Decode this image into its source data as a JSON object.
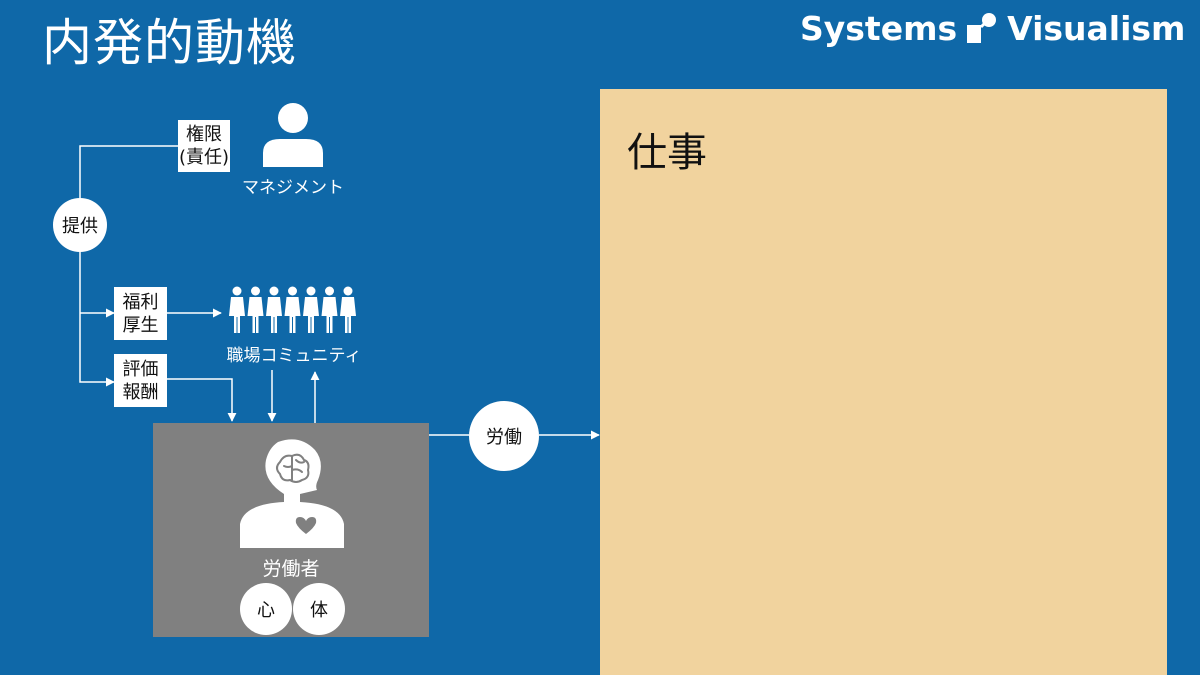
{
  "page": {
    "title": "内発的動機"
  },
  "brand": {
    "left": "Systems",
    "right": "Visualism",
    "mark_icon": "systems-visualism-logo"
  },
  "management": {
    "label": "マネジメント",
    "icon": "person-icon"
  },
  "authority": {
    "line1": "権限",
    "line2": "(責任)"
  },
  "provide": {
    "label": "提供"
  },
  "welfare": {
    "line1": "福利",
    "line2": "厚生"
  },
  "evaluation": {
    "line1": "評価",
    "line2": "報酬"
  },
  "community": {
    "label": "職場コミュニティ",
    "icon": "people-group-icon",
    "people_count": 7
  },
  "worker": {
    "label": "労働者",
    "icon": "worker-brain-heart-icon",
    "mind": "心",
    "body": "体"
  },
  "labor": {
    "label": "労働"
  },
  "work": {
    "label": "仕事"
  },
  "colors": {
    "background": "#0f68a8",
    "work_panel": "#f1d39e",
    "worker_box": "#808080",
    "foreground": "#ffffff"
  }
}
